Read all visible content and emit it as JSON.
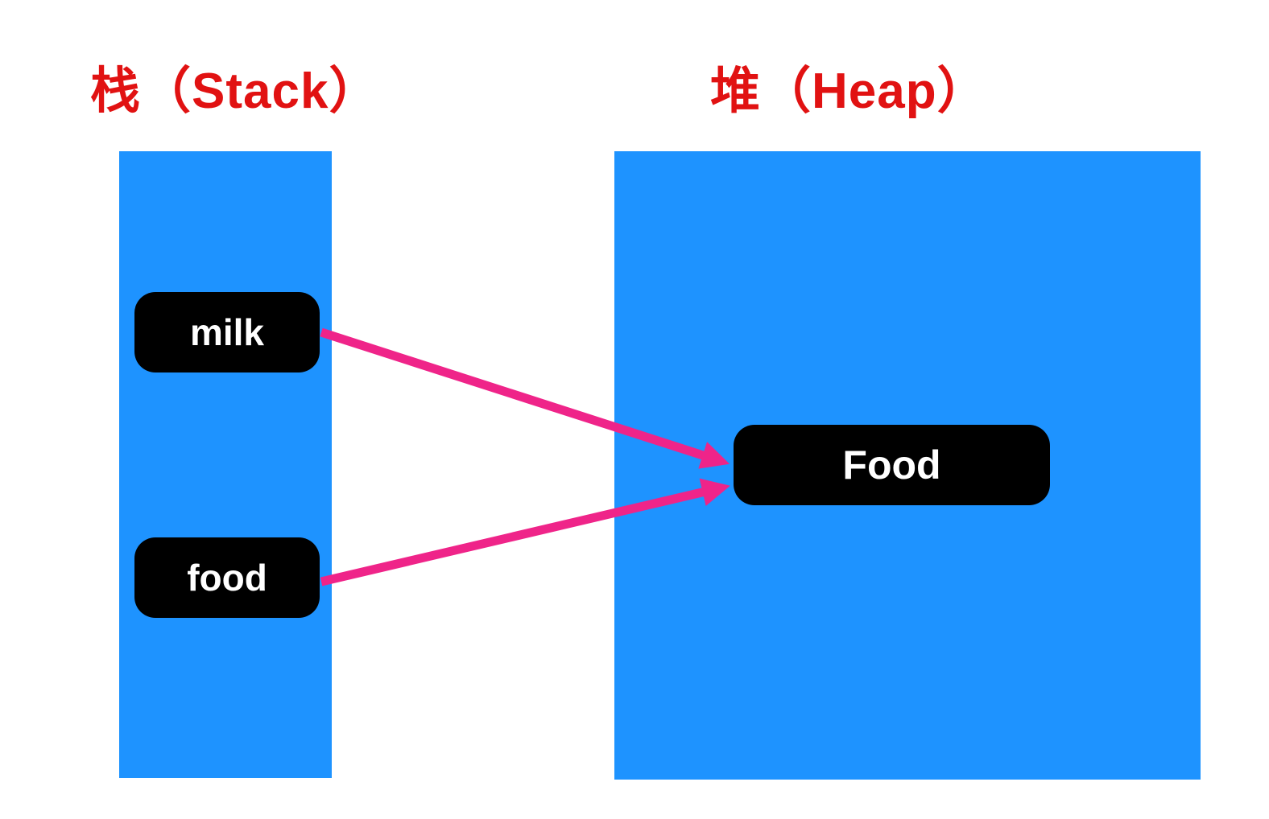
{
  "diagram": {
    "title_left": "栈（Stack）",
    "title_right": "堆（Heap）",
    "stack": {
      "items": [
        {
          "label": "milk"
        },
        {
          "label": "food"
        }
      ]
    },
    "heap": {
      "items": [
        {
          "label": "Food"
        }
      ]
    },
    "arrows": [
      {
        "from": "milk",
        "to": "Food"
      },
      {
        "from": "food",
        "to": "Food"
      }
    ],
    "colors": {
      "region_blue": "#1E93FF",
      "title_red": "#E11212",
      "arrow_pink": "#EF2489",
      "box_black": "#000000",
      "box_text": "#FFFFFF"
    }
  }
}
